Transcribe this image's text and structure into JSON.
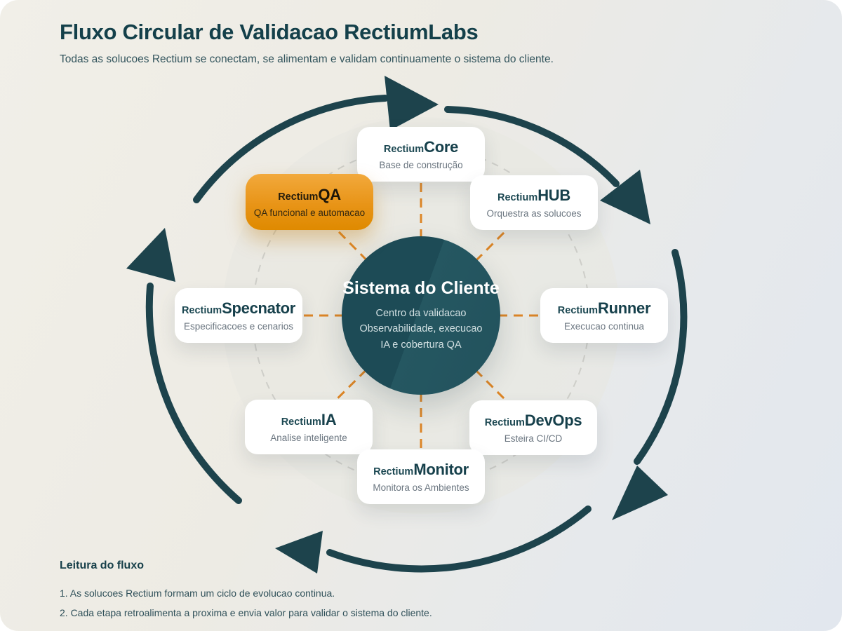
{
  "header": {
    "title": "Fluxo Circular de Validacao RectiumLabs",
    "subtitle": "Todas as solucoes Rectium se conectam, se alimentam e validam continuamente o sistema do cliente."
  },
  "center": {
    "title": "Sistema do Cliente",
    "lines": [
      "Centro da validacao",
      "Observabilidade, execucao",
      "IA e cobertura QA"
    ]
  },
  "nodes": [
    {
      "id": "core",
      "prefix": "Rectium",
      "suffix": "Core",
      "subtitle": "Base de construção",
      "highlighted": false
    },
    {
      "id": "hub",
      "prefix": "Rectium",
      "suffix": "HUB",
      "subtitle": "Orquestra as solucoes",
      "highlighted": false
    },
    {
      "id": "qa",
      "prefix": "Rectium",
      "suffix": "QA",
      "subtitle": "QA funcional e automacao",
      "highlighted": true
    },
    {
      "id": "runner",
      "prefix": "Rectium",
      "suffix": "Runner",
      "subtitle": "Execucao continua",
      "highlighted": false
    },
    {
      "id": "specnator",
      "prefix": "Rectium",
      "suffix": "Specnator",
      "subtitle": "Especificacoes e cenarios",
      "highlighted": false
    },
    {
      "id": "devops",
      "prefix": "Rectium",
      "suffix": "DevOps",
      "subtitle": "Esteira CI/CD",
      "highlighted": false
    },
    {
      "id": "ia",
      "prefix": "Rectium",
      "suffix": "IA",
      "subtitle": "Analise inteligente",
      "highlighted": false
    },
    {
      "id": "monitor",
      "prefix": "Rectium",
      "suffix": "Monitor",
      "subtitle": "Monitora os Ambientes",
      "highlighted": false
    }
  ],
  "footer": {
    "heading": "Leitura do fluxo",
    "items": [
      "1. As solucoes Rectium formam um ciclo de evolucao continua.",
      "2. Cada etapa retroalimenta a proxima e envia valor para validar o sistema do cliente."
    ]
  },
  "palette": {
    "teal_dark": "#1d434c",
    "teal_text": "#16404b",
    "orange_card": "#e08a00",
    "orange_dash": "#dd8627",
    "card_bg": "#ffffff",
    "circle_fill": "#1d4b56"
  }
}
